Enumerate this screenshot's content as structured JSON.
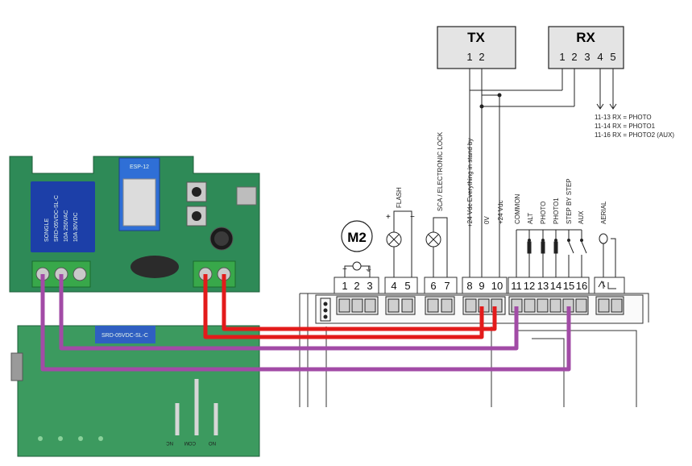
{
  "tx": {
    "title": "TX",
    "pins": [
      "1",
      "2"
    ]
  },
  "rx": {
    "title": "RX",
    "pins": [
      "1",
      "2",
      "3",
      "4",
      "5"
    ]
  },
  "rx_notes": [
    "11-13  RX = PHOTO",
    "11-14  RX = PHOTO1",
    "11-16  RX = PHOTO2 (AUX)"
  ],
  "motor": {
    "label": "M2",
    "plus": "+",
    "ground": "⏚"
  },
  "flash": {
    "label": "FLASH",
    "plus": "+",
    "minus": "−"
  },
  "sca": {
    "label": "SCA / ELECTRONIC LOCK"
  },
  "supply_labels": [
    "+24 Vdc Everything in stand by",
    "0V",
    "+24 Vdc"
  ],
  "input_labels": [
    "COMMON",
    "ALT",
    "PHOTO",
    "PHOTO1",
    "STEP BY STEP",
    "AUX"
  ],
  "aerial": {
    "label": "AERIAL"
  },
  "terminals": [
    "1",
    "2",
    "3",
    "4",
    "5",
    "6",
    "7",
    "8",
    "9",
    "10",
    "11",
    "12",
    "13",
    "14",
    "15",
    "16"
  ],
  "relay_top": {
    "relay_text": [
      "SONGLE",
      "SRD-05VDC-SL-C",
      "10A 250VAC",
      "10A 30VDC"
    ],
    "module_text": "ESP-12"
  },
  "relay_bottom": {
    "sticker_text": "SRD-05VDC-SL-C",
    "silk_labels": [
      "NC",
      "COM",
      "NO"
    ]
  },
  "wire_colors": {
    "red": "#e31b1b",
    "purple": "#a24ba6",
    "board": "#2e8a57"
  }
}
